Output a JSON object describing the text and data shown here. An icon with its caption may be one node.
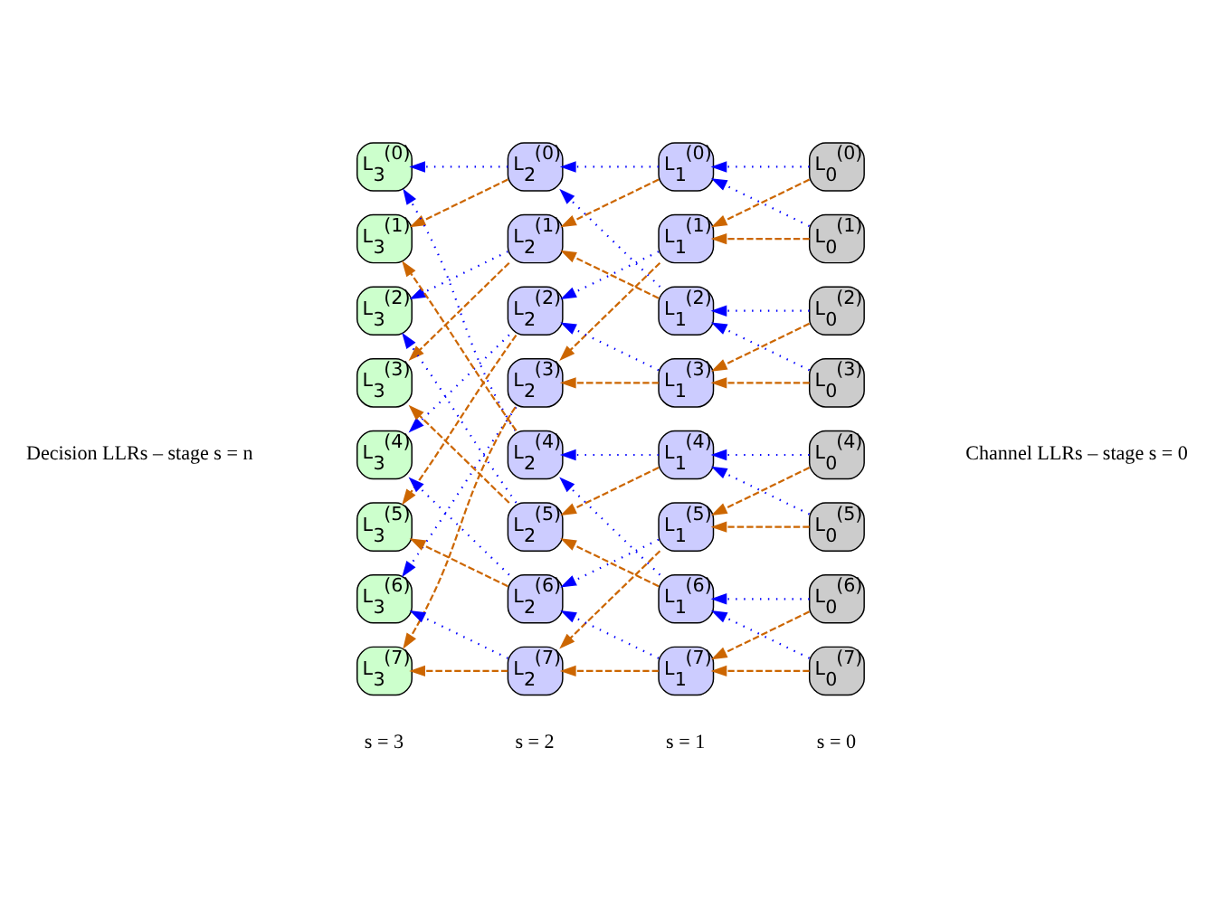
{
  "diagram": {
    "nodes": [
      {
        "text": [
          "L$_{3}$$^{(0)}$"
        ]
      },
      {
        "text": [
          "L$_{3}$$^{(1)}$"
        ]
      },
      {
        "text": [
          "L$_{3}$$^{(2)}$"
        ]
      },
      {
        "text": [
          "L$_{3}$$^{(3)}$"
        ]
      },
      {
        "text": [
          "L$_{3}$$^{(4)}$"
        ]
      },
      {
        "text": [
          "L$_{3}$$^{(5)}$"
        ]
      },
      {
        "text": [
          "L$_{3}$$^{(6)}$"
        ]
      },
      {
        "text": [
          "L$_{3}$$^{(7)}$"
        ]
      },
      {
        "text": [
          "L$_{2}$$^{(0)}$"
        ]
      },
      {
        "text": [
          "L$_{2}$$^{(1)}$"
        ]
      },
      {
        "text": [
          "L$_{2}$$^{(2)}$"
        ]
      },
      {
        "text": [
          "L$_{2}$$^{(3)}$"
        ]
      },
      {
        "text": [
          "L$_{2}$$^{(4)}$"
        ]
      },
      {
        "text": [
          "L$_{2}$$^{(5)}$"
        ]
      },
      {
        "text": [
          "L$_{2}$$^{(6)}$"
        ]
      },
      {
        "text": [
          "L$_{2}$$^{(7)}$"
        ]
      },
      {
        "text": [
          "L$_{1}$$^{(0)}$"
        ]
      },
      {
        "text": [
          "L$_{1}$$^{(1)}$"
        ]
      },
      {
        "text": [
          "L$_{1}$$^{(2)}$"
        ]
      },
      {
        "text": [
          "L$_{1}$$^{(3)}$"
        ]
      },
      {
        "text": [
          "L$_{1}$$^{(4)}$"
        ]
      },
      {
        "text": [
          "L$_{1}$$^{(5)}$"
        ]
      },
      {
        "text": [
          "L$_{1}$$^{(6)}$"
        ]
      },
      {
        "text": [
          "L$_{1}$$^{(7)}$"
        ]
      },
      {
        "text": [
          "L$_{0}$$^{(0)}$"
        ]
      },
      {
        "text": [
          "L$_{0}$$^{(1)}$"
        ]
      },
      {
        "text": [
          "L$_{0}$$^{(2)}$"
        ]
      },
      {
        "text": [
          "L$_{0}$$^{(3)}$"
        ]
      },
      {
        "text": [
          "L$_{0}$$^{(4)}$"
        ]
      },
      {
        "text": [
          "L$_{0}$$^{(5)}$"
        ]
      },
      {
        "text": [
          "L$_{0}$$^{(6)}$"
        ]
      },
      {
        "text": [
          "L$_{0}$$^{(7)}$"
        ]
      }
    ],
    "edges": [
      {
        "from": 24,
        "to": 16,
        "arrow": "to",
        "color": "#0000ff"
      },
      {
        "from": 25,
        "to": 16,
        "arrow": "to",
        "color": "#0000ff"
      },
      {
        "from": 24,
        "to": 17,
        "arrow": "to",
        "style": "dashed",
        "color": "#cc6600"
      },
      {
        "from": 25,
        "to": 17,
        "arrow": "to",
        "style": "dashed",
        "color": "#cc6600"
      },
      {
        "from": 26,
        "to": 18,
        "arrow": "to",
        "color": "#0000ff"
      },
      {
        "from": 27,
        "to": 18,
        "arrow": "to",
        "color": "#0000ff"
      },
      {
        "from": 26,
        "to": 19,
        "arrow": "to",
        "style": "dashed",
        "color": "#cc6600"
      },
      {
        "from": 27,
        "to": 19,
        "arrow": "to",
        "style": "dashed",
        "color": "#cc6600"
      },
      {
        "from": 28,
        "to": 20,
        "arrow": "to",
        "color": "#0000ff"
      },
      {
        "from": 29,
        "to": 20,
        "arrow": "to",
        "color": "#0000ff"
      },
      {
        "from": 28,
        "to": 21,
        "arrow": "to",
        "style": "dashed",
        "color": "#cc6600"
      },
      {
        "from": 29,
        "to": 21,
        "arrow": "to",
        "style": "dashed",
        "color": "#cc6600"
      },
      {
        "from": 30,
        "to": 22,
        "arrow": "to",
        "color": "#0000ff"
      },
      {
        "from": 31,
        "to": 22,
        "arrow": "to",
        "color": "#0000ff"
      },
      {
        "from": 30,
        "to": 23,
        "arrow": "to",
        "style": "dashed",
        "color": "#cc6600"
      },
      {
        "from": 31,
        "to": 23,
        "arrow": "to",
        "style": "dashed",
        "color": "#cc6600"
      },
      {
        "from": 16,
        "to": 8,
        "arrow": "to",
        "color": "#0000ff"
      },
      {
        "from": 18,
        "to": 8,
        "arrow": "to",
        "color": "#0000ff"
      },
      {
        "from": 16,
        "to": 9,
        "arrow": "to",
        "style": "dashed",
        "color": "#cc6600"
      },
      {
        "from": 18,
        "to": 9,
        "arrow": "to",
        "style": "dashed",
        "color": "#cc6600"
      },
      {
        "from": 17,
        "to": 10,
        "arrow": "to",
        "color": "#0000ff"
      },
      {
        "from": 19,
        "to": 10,
        "arrow": "to",
        "color": "#0000ff"
      },
      {
        "from": 17,
        "to": 11,
        "arrow": "to",
        "style": "dashed",
        "color": "#cc6600"
      },
      {
        "from": 19,
        "to": 11,
        "arrow": "to",
        "style": "dashed",
        "color": "#cc6600"
      },
      {
        "from": 20,
        "to": 12,
        "arrow": "to",
        "color": "#0000ff"
      },
      {
        "from": 22,
        "to": 12,
        "arrow": "to",
        "color": "#0000ff"
      },
      {
        "from": 20,
        "to": 13,
        "arrow": "to",
        "style": "dashed",
        "color": "#cc6600"
      },
      {
        "from": 22,
        "to": 13,
        "arrow": "to",
        "style": "dashed",
        "color": "#cc6600"
      },
      {
        "from": 21,
        "to": 14,
        "arrow": "to",
        "color": "#0000ff"
      },
      {
        "from": 23,
        "to": 14,
        "arrow": "to",
        "color": "#0000ff"
      },
      {
        "from": 21,
        "to": 15,
        "arrow": "to",
        "style": "dashed",
        "color": "#cc6600"
      },
      {
        "from": 23,
        "to": 15,
        "arrow": "to",
        "style": "dashed",
        "color": "#cc6600"
      },
      {
        "from": 8,
        "to": 0,
        "arrow": "to",
        "color": "#0000ff"
      },
      {
        "from": 12,
        "to": 0,
        "arrow": "to",
        "color": "#0000ff"
      },
      {
        "from": 8,
        "to": 1,
        "arrow": "to",
        "style": "dashed",
        "color": "#cc6600"
      },
      {
        "from": 12,
        "to": 1,
        "arrow": "to",
        "style": "dashed",
        "color": "#cc6600"
      },
      {
        "from": 9,
        "to": 2,
        "arrow": "to",
        "color": "#0000ff"
      },
      {
        "from": 13,
        "to": 2,
        "arrow": "to",
        "color": "#0000ff"
      },
      {
        "from": 9,
        "to": 3,
        "arrow": "to",
        "style": "dashed",
        "color": "#cc6600"
      },
      {
        "from": 13,
        "to": 3,
        "arrow": "to",
        "style": "dashed",
        "color": "#cc6600"
      },
      {
        "from": 10,
        "to": 4,
        "arrow": "to",
        "color": "#0000ff"
      },
      {
        "from": 14,
        "to": 4,
        "arrow": "to",
        "color": "#0000ff"
      },
      {
        "from": 10,
        "to": 5,
        "arrow": "to",
        "style": "dashed",
        "color": "#cc6600"
      },
      {
        "from": 14,
        "to": 5,
        "arrow": "to",
        "style": "dashed",
        "color": "#cc6600"
      },
      {
        "from": 11,
        "to": 6,
        "arrow": "to",
        "color": "#0000ff"
      },
      {
        "from": 15,
        "to": 6,
        "arrow": "to",
        "color": "#0000ff"
      },
      {
        "from": 11,
        "to": 7,
        "arrow": "to",
        "style": "dashed",
        "color": "#cc6600"
      },
      {
        "from": 15,
        "to": 7,
        "arrow": "to",
        "style": "dashed",
        "color": "#cc6600"
      }
    ],
    "labels": [
      "Decision LLRs – stage s = n",
      "Channel LLRs – stage s = 0",
      "s = 3",
      "s = 2",
      "s = 1",
      "s = 0"
    ]
  }
}
